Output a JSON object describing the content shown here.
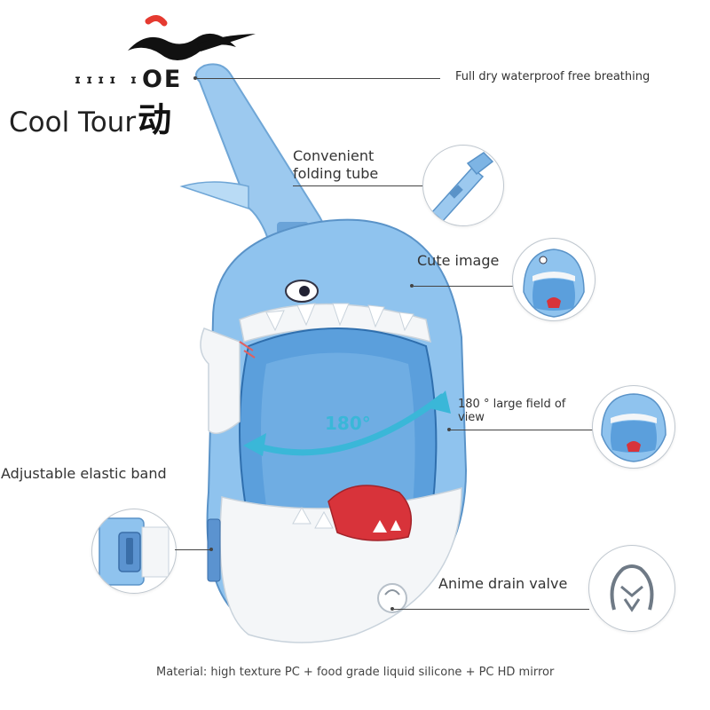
{
  "brand": {
    "name": "Cool Tour",
    "suffix_char": "动",
    "logo_text": "OE"
  },
  "callouts": {
    "breathing": "Full dry waterproof free breathing",
    "tube_line1": "Convenient",
    "tube_line2": "folding tube",
    "image": "Cute image",
    "fov_line1": "180 ° large field of",
    "fov_line2": "view",
    "band": "Adjustable elastic band",
    "valve": "Anime drain valve"
  },
  "mask": {
    "fov_badge": "180°"
  },
  "footer": {
    "material": "Material: high texture PC + food grade liquid silicone + PC HD mirror"
  },
  "colors": {
    "mask_blue": "#8fc3ee",
    "lens_blue": "#5b9fdc",
    "teeth_white": "#f4f6f8",
    "mouth_red": "#d8333a",
    "arrow_teal": "#3ab7d8"
  },
  "icons": [
    "brand-logo-icon",
    "shark-mask-image",
    "fov-arrow-icon",
    "folding-tube-inset",
    "cute-image-inset",
    "fov-inset",
    "elastic-band-inset",
    "drain-valve-inset"
  ]
}
